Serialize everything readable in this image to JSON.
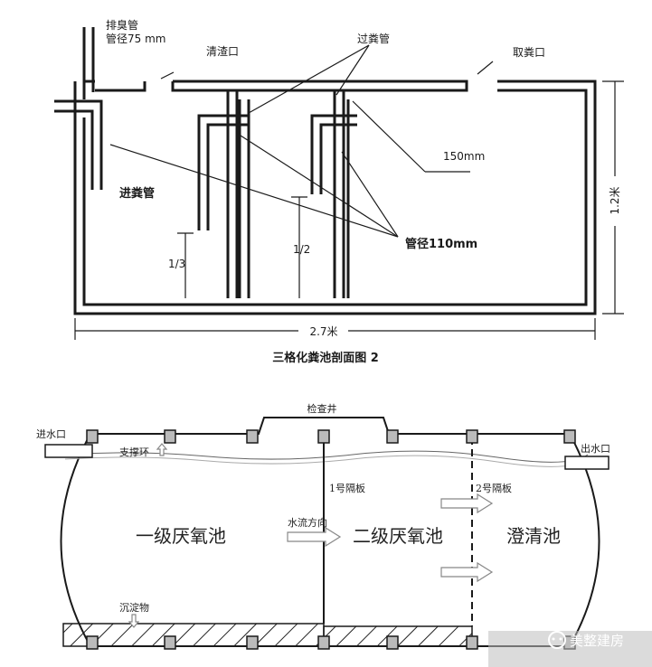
{
  "top": {
    "vent_pipe": "排臭管",
    "vent_diameter": "管径75 mm",
    "cleanout": "清渣口",
    "transfer_pipe": "过粪管",
    "intake": "取粪口",
    "dim_150": "150mm",
    "inlet_pipe": "进粪管",
    "pipe_diameter": "管径110mm",
    "frac_third": "1/3",
    "frac_half": "1/2",
    "height": "1.2米",
    "width": "2.7米",
    "caption": "三格化粪池剖面图 2"
  },
  "bottom": {
    "inspection_well": "检查井",
    "inlet": "进水口",
    "outlet": "出水口",
    "support_ring": "支撑环",
    "partition_1": "1号隔板",
    "partition_2": "2号隔板",
    "flow_direction": "水流方向",
    "chamber_1": "一级厌氧池",
    "chamber_2": "二级厌氧池",
    "chamber_3": "澄清池",
    "sediment": "沉淀物"
  },
  "watermark": {
    "brand": "美整建房"
  }
}
